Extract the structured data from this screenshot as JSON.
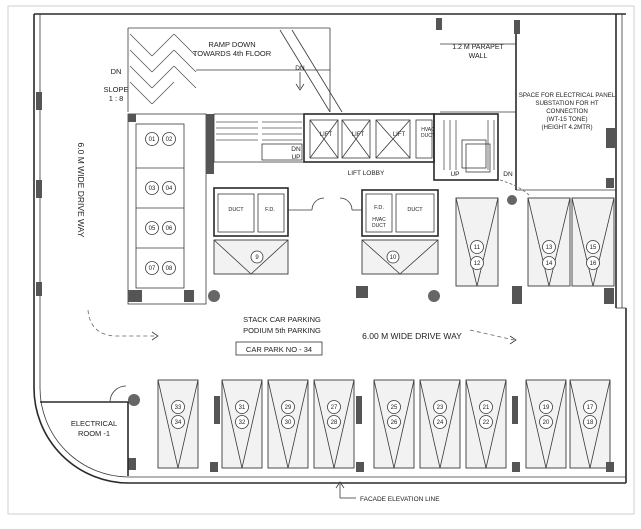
{
  "labels": {
    "ramp": [
      "RAMP DOWN",
      "TOWARDS 4th FLOOR"
    ],
    "dn_ramp": "DN",
    "slope": [
      "SLOPE",
      "1 : 8"
    ],
    "dn_mid": "DN",
    "parapet": [
      "1.2 M PARAPET",
      "WALL"
    ],
    "electrical_panel": [
      "SPACE FOR ELECTRICAL PANEL",
      "SUBSTATION FOR HT",
      "CONNECTION",
      "(WT-15 TONE)",
      "(HEIGHT 4.2MTR)"
    ],
    "drive_way_left": "6.0 M WIDE DRIVE WAY",
    "drive_way_right": "6.00 M WIDE DRIVE WAY",
    "lift": "LIFT",
    "hvac_top": [
      "HVAC",
      "DUCT"
    ],
    "lift_lobby": "LIFT LOBBY",
    "dn_stair_left": "DN",
    "up_stair_left": "UP",
    "up_stair_right": "UP",
    "dn_stair_right": "DN",
    "duct": "DUCT",
    "fd": "F.D.",
    "hvac_small": [
      "HVAC",
      "DUCT"
    ],
    "stack": [
      "STACK CAR PARKING",
      "PODIUM 5th PARKING"
    ],
    "car_park_no": "CAR PARK NO - 34",
    "electrical_room": [
      "ELECTRICAL",
      "ROOM -1"
    ],
    "facade": "FACADE ELEVATION LINE"
  },
  "parking_numbers": {
    "left_stack": [
      [
        "01",
        "02"
      ],
      [
        "03",
        "04"
      ],
      [
        "05",
        "06"
      ],
      [
        "07",
        "08"
      ]
    ],
    "single": [
      "9",
      "10"
    ],
    "right_top": [
      [
        "11",
        "12"
      ],
      [
        "13",
        "14"
      ],
      [
        "15",
        "16"
      ]
    ],
    "bottom": [
      [
        "33",
        "34"
      ],
      [
        "31",
        "32"
      ],
      [
        "29",
        "30"
      ],
      [
        "27",
        "28"
      ],
      [
        "25",
        "26"
      ],
      [
        "23",
        "24"
      ],
      [
        "21",
        "22"
      ],
      [
        "19",
        "20"
      ],
      [
        "17",
        "18"
      ]
    ]
  }
}
